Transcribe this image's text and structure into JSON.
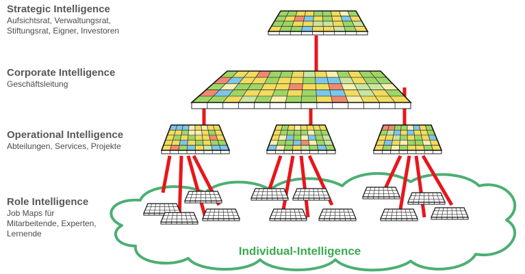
{
  "levels": {
    "strategic": {
      "title": "Strategic Intelligence",
      "subtitle_lines": [
        "Aufsichtsrat, Verwaltungsrat,",
        "Stiftungsrat, Eigner, Investoren"
      ]
    },
    "corporate": {
      "title": "Corporate Intelligence",
      "subtitle_lines": [
        "Geschäftsleitung"
      ]
    },
    "operational": {
      "title": "Operational Intelligence",
      "subtitle_lines": [
        "Abteilungen, Services, Projekte"
      ]
    },
    "role": {
      "title": "Role Intelligence",
      "subtitle_lines": [
        "Job Maps für",
        "Mitarbeitende, Experten,",
        "Lernende"
      ]
    }
  },
  "cloud": {
    "label": "Individual-Intelligence"
  },
  "colors": {
    "connector": "#e8161c",
    "cloud": "#4caf72",
    "cloud_text": "#3aaa52",
    "label_text": "#575757",
    "cell_palette": [
      "#f2dc5d",
      "#9ed665",
      "#7cc7e8",
      "#f08a6e",
      "#f7f0b0",
      "#c8e6a0"
    ]
  }
}
